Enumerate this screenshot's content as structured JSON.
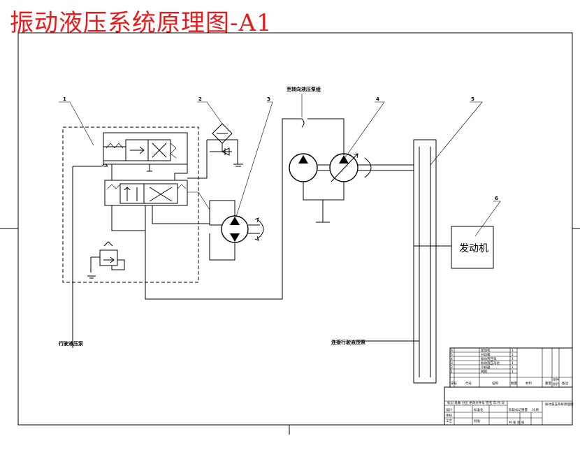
{
  "title": "振动液压系统原理图-A1",
  "callouts": [
    "1",
    "2",
    "3",
    "4",
    "5",
    "6"
  ],
  "labels": {
    "steering_pump": "至转向液压泵组",
    "travel_pump": "行驶液压泵",
    "to_travel_pump": "连接行驶液压泵",
    "engine": "发动机"
  },
  "title_block": {
    "col_seq": "序号",
    "col_code": "代号",
    "col_name": "名称",
    "col_qty": "数量",
    "col_material": "材料",
    "col_weight_single": "单件",
    "col_weight_total": "总计",
    "col_weight": "重量",
    "col_remark": "备注",
    "rows": [
      {
        "seq": "6",
        "code": "",
        "name": "发动机",
        "qty": "1"
      },
      {
        "seq": "5",
        "code": "",
        "name": "分动箱",
        "qty": "1"
      },
      {
        "seq": "4",
        "code": "",
        "name": "振动液压泵",
        "qty": "1"
      },
      {
        "seq": "3",
        "code": "",
        "name": "振动液压马达",
        "qty": "1"
      },
      {
        "seq": "2",
        "code": "",
        "name": "冷却器",
        "qty": "1"
      },
      {
        "seq": "1",
        "code": "",
        "name": "阀组",
        "qty": "1"
      }
    ],
    "drawing_name": "振动液压系统原理图",
    "mark_row": "标记 处数 分区 更改文件号 签名 年.月.日",
    "design": "设计",
    "standardize": "标准化",
    "stage_mark": "阶段标记",
    "weight": "重量",
    "scale": "比例",
    "review": "审核",
    "process": "工艺",
    "approve": "批准",
    "sheet": "共 张 第 张"
  }
}
